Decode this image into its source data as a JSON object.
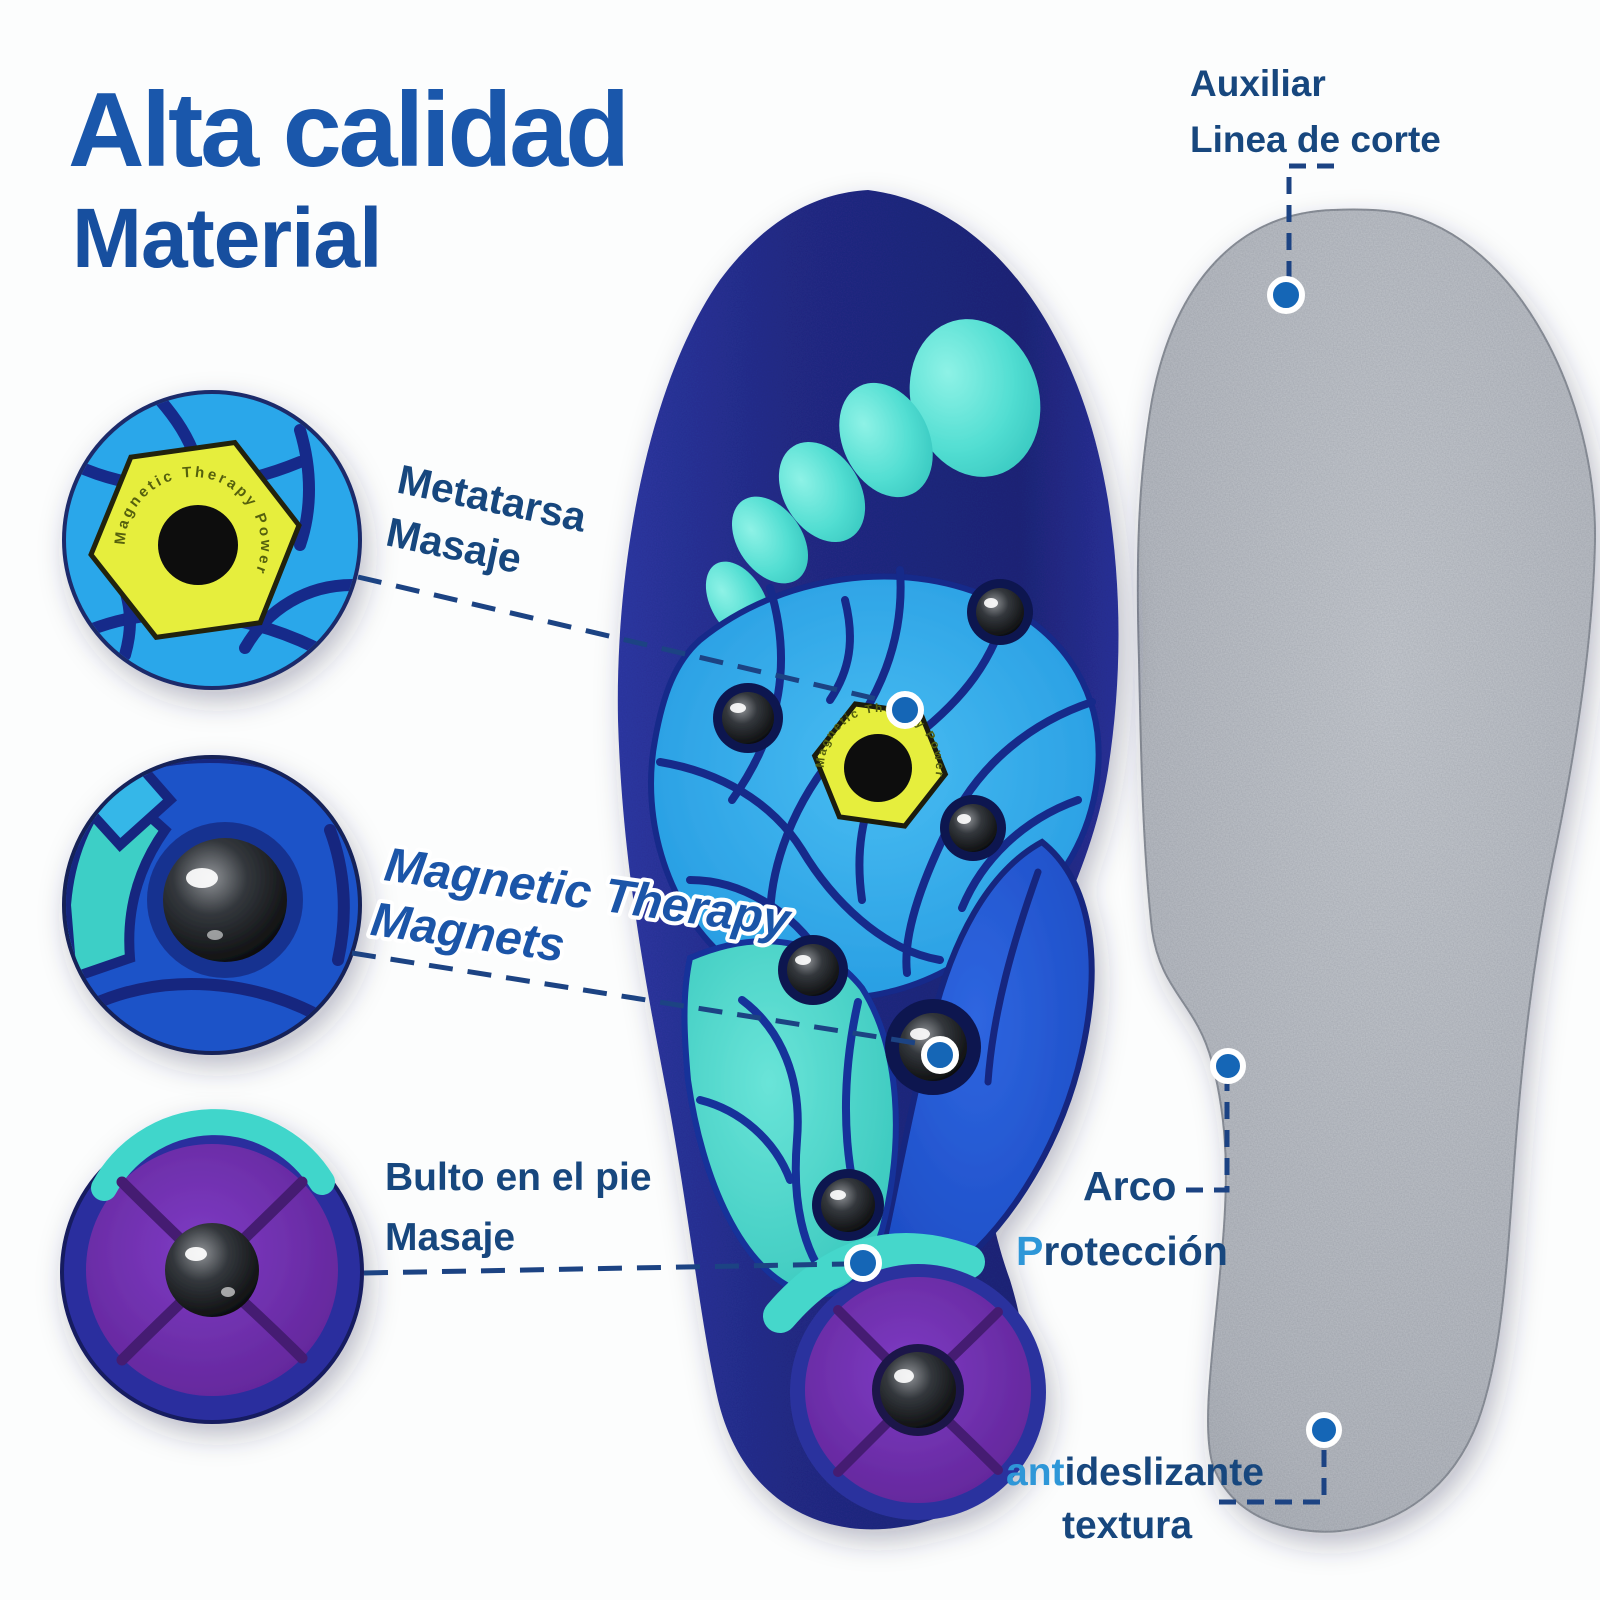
{
  "title": {
    "line1": "Alta calidad",
    "line2": "Material"
  },
  "callouts": {
    "auxiliar": {
      "line1": "Auxiliar",
      "line2": "Linea de corte"
    },
    "metatarsa": {
      "line1": "Metatarsa",
      "line2": "Masaje"
    },
    "magnetic": {
      "line1": "Magnetic Therapy",
      "line2": "Magnets"
    },
    "bulto": {
      "line1": "Bulto en el pie",
      "line2": "Masaje"
    },
    "arco": {
      "line1": "Arco",
      "line2_accent": "P",
      "line2_rest": "rotección"
    },
    "antideslizante": {
      "line1_accent": "ant",
      "line1_rest": "ideslizante",
      "line2": "textura"
    }
  },
  "hexagon_ring_text": "Magnetic Therapy Power",
  "colors": {
    "title_blue": "#1a57ab",
    "label_navy": "#17477e",
    "accent_light_blue": "#2e97d8",
    "dash_blue": "#1c4383",
    "dot_blue": "#1566b6",
    "insole_navy": "#232b87",
    "metatarsal_pad_blue": "#2aa4e8",
    "arch_blue": "#1e55d0",
    "midfoot_teal": "#41d1c6",
    "heel_purple": "#6b2ea8",
    "hexagon_yellow": "#e6ee3e",
    "gray_insole": "#b9bdc3",
    "magnet_black": "#0a0a0a"
  }
}
